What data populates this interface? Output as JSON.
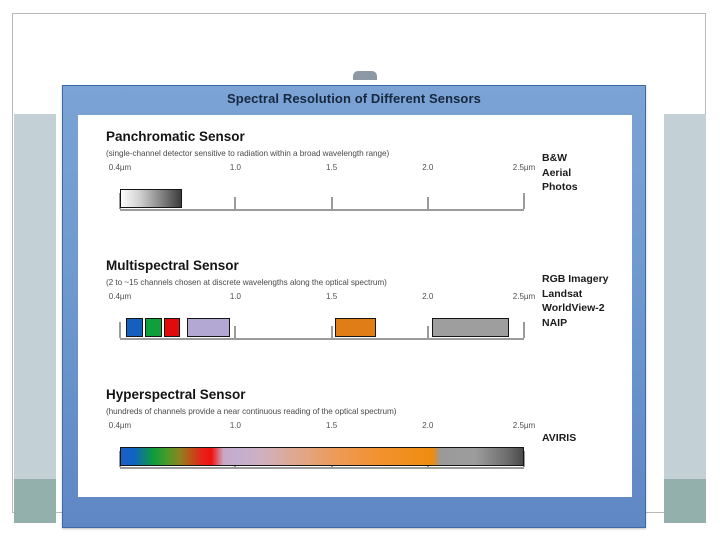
{
  "slide": {
    "title": "Spectral Resolution of Different Sensors"
  },
  "axis": {
    "ticks": [
      {
        "label": "0.4µm",
        "value": 0.4
      },
      {
        "label": "1.0",
        "value": 1.0
      },
      {
        "label": "1.5",
        "value": 1.5
      },
      {
        "label": "2.0",
        "value": 2.0
      },
      {
        "label": "2.5µm",
        "value": 2.5
      }
    ],
    "min": 0.4,
    "max": 2.5,
    "units": "µm"
  },
  "sensors": [
    {
      "id": "panchromatic",
      "name": "Panchromatic Sensor",
      "description": "(single-channel detector sensitive to radiation within a broad wavelength range)",
      "examples": [
        "B&W",
        "Aerial",
        "Photos"
      ],
      "bands": [
        {
          "kind": "gradient-gray",
          "start": 0.4,
          "end": 0.72
        }
      ]
    },
    {
      "id": "multispectral",
      "name": "Multispectral Sensor",
      "description": "(2 to ~15 channels chosen at discrete wavelengths along the optical spectrum)",
      "examples": [
        "RGB Imagery",
        "Landsat",
        "WorldView-2",
        "NAIP"
      ],
      "bands": [
        {
          "kind": "solid",
          "color": "#1560bd",
          "start": 0.43,
          "end": 0.52
        },
        {
          "kind": "solid",
          "color": "#0f9f3c",
          "start": 0.53,
          "end": 0.62
        },
        {
          "kind": "solid",
          "color": "#e20b0b",
          "start": 0.63,
          "end": 0.71
        },
        {
          "kind": "solid",
          "color": "#b3a8d4",
          "start": 0.75,
          "end": 0.97
        },
        {
          "kind": "solid",
          "color": "#e07d16",
          "start": 1.52,
          "end": 1.73
        },
        {
          "kind": "solid",
          "color": "#9e9e9e",
          "start": 2.02,
          "end": 2.42
        }
      ]
    },
    {
      "id": "hyperspectral",
      "name": "Hyperspectral Sensor",
      "description": "(hundreds of channels provide a near continuous reading of the optical spectrum)",
      "examples": [
        "AVIRIS"
      ],
      "bands": [
        {
          "kind": "gradient-spectrum",
          "start": 0.4,
          "end": 2.5
        }
      ]
    }
  ],
  "decor": {
    "side_band_color": "#c3d0d5",
    "side_band_foot_color": "#94b0ac",
    "card_accent_color": "#6e99cf"
  }
}
